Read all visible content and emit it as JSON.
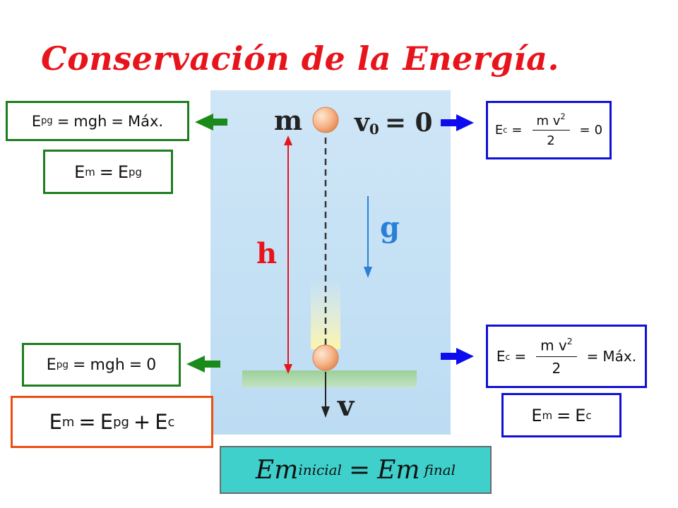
{
  "title": "Conservación de la Energía.",
  "figure": {
    "mass_label": "m",
    "v0_label": "v",
    "v0_sub": "0",
    "v0_eq": "= 0",
    "gravity_label": "g",
    "height_label": "h",
    "velocity_label": "v"
  },
  "top_left": {
    "epg_max": {
      "E": "E",
      "sub": "pg",
      "eq": "=",
      "mgh": "mgh",
      "eq2": "=",
      "max": "Máx."
    },
    "em_epg": {
      "E": "E",
      "sub": "m",
      "eq": "=",
      "E2": "E",
      "sub2": "pg"
    }
  },
  "top_right": {
    "ec_zero": {
      "E": "E",
      "sub": "c",
      "eq": "=",
      "num": "m v",
      "pow": "2",
      "den": "2",
      "eq2": "=",
      "val": "0"
    }
  },
  "bottom_left": {
    "epg_zero": {
      "E": "E",
      "sub": "pg",
      "eq": "=",
      "mgh": "mgh",
      "eq2": "=",
      "val": "0"
    },
    "em_sum": {
      "E": "E",
      "sub": "m",
      "eq": "=",
      "E2": "E",
      "sub2": "pg",
      "plus": "+",
      "E3": "E",
      "sub3": "c"
    }
  },
  "bottom_right": {
    "ec_max": {
      "E": "E",
      "sub": "c",
      "eq": "=",
      "num": "m v",
      "pow": "2",
      "den": "2",
      "eq2": "=",
      "max": "Máx."
    },
    "em_ec": {
      "E": "E",
      "sub": "m",
      "eq": "=",
      "E2": "E",
      "sub2": "c"
    }
  },
  "final": {
    "em1": "Em",
    "inicial": "inicial",
    "eq": "=",
    "em2": "Em",
    "final": "final"
  },
  "colors": {
    "title": "#e8141c",
    "green_border": "#1e7d1e",
    "blue_border": "#1010d8",
    "orange_border": "#ee4c10",
    "teal_fill": "#3fd0cb",
    "green_arrow": "#1a8a1a",
    "blue_arrow": "#0c0cee",
    "height_red": "#e8141c",
    "gravity_blue": "#2a80d8"
  },
  "icons": [
    "green-left-arrow-icon",
    "blue-right-arrow-icon"
  ]
}
